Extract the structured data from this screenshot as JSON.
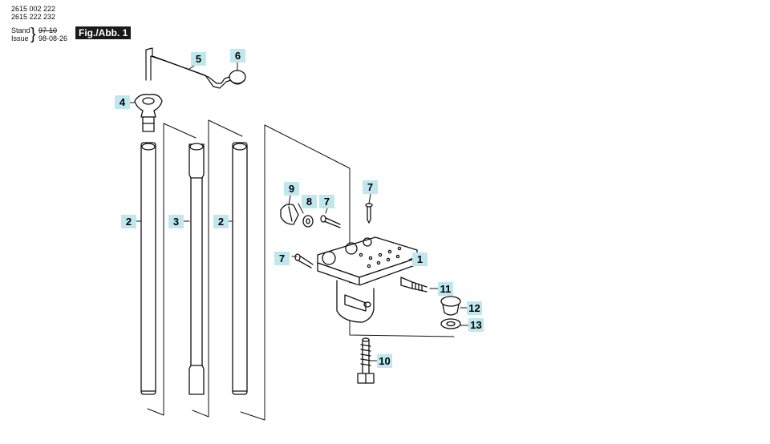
{
  "header": {
    "part_numbers": [
      "2615 002 222",
      "2615 222 232"
    ],
    "stand_label": "Stand",
    "issue_label": "Issue",
    "revision_old": "97-10",
    "revision_date": "98-08-26",
    "figure_tag": "Fig./Abb. 1"
  },
  "callouts": {
    "c1": "1",
    "c2a": "2",
    "c2b": "2",
    "c3": "3",
    "c4": "4",
    "c5": "5",
    "c6": "6",
    "c7a": "7",
    "c7b": "7",
    "c7c": "7",
    "c8": "8",
    "c9": "9",
    "c10": "10",
    "c11": "11",
    "c12": "12",
    "c13": "13"
  },
  "colors": {
    "callout_bg": "#bfe8ee",
    "line": "#111111"
  }
}
